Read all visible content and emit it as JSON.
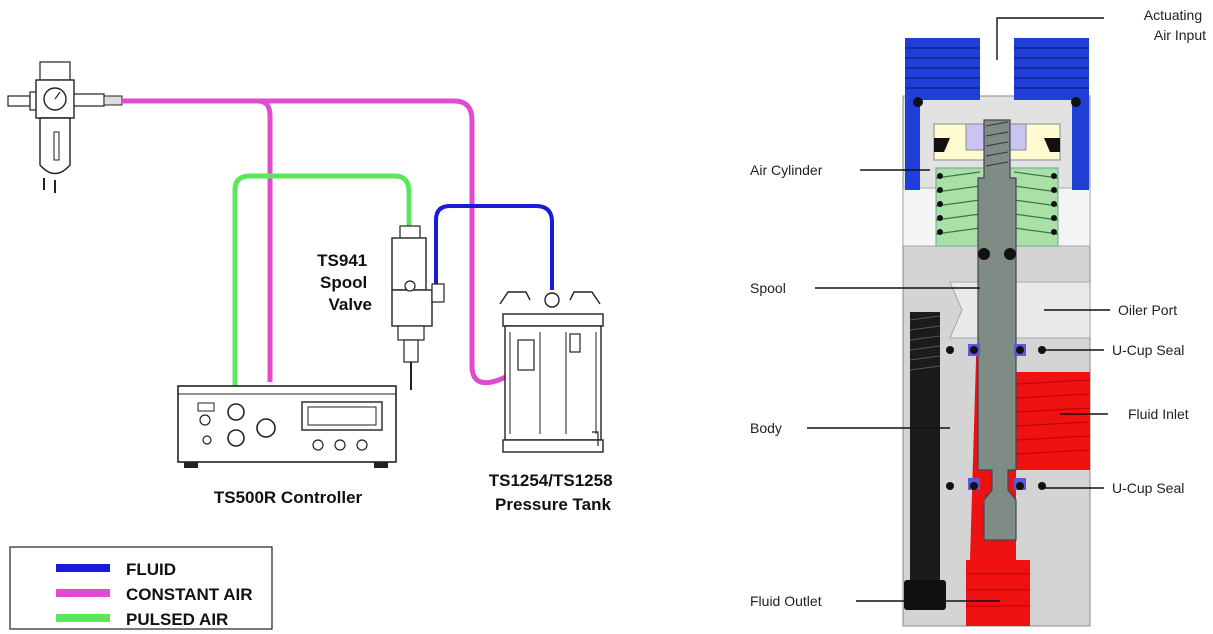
{
  "system": {
    "spool_valve": [
      "TS941",
      "Spool",
      "Valve"
    ],
    "controller": "TS500R Controller",
    "tank": [
      "TS1254/TS1258",
      "Pressure Tank"
    ]
  },
  "legend": {
    "items": [
      {
        "label": "FLUID",
        "color": "#1a1ad8"
      },
      {
        "label": "CONSTANT AIR",
        "color": "#e24ad0"
      },
      {
        "label": "PULSED AIR",
        "color": "#5ce65c"
      }
    ]
  },
  "cross_section": {
    "actuating_air_input": [
      "Actuating",
      "Air Input"
    ],
    "air_cylinder": "Air Cylinder",
    "spool": "Spool",
    "oiler_port": "Oiler Port",
    "u_cup_seal_top": "U-Cup Seal",
    "body": "Body",
    "fluid_inlet": "Fluid Inlet",
    "u_cup_seal_bottom": "U-Cup Seal",
    "fluid_outlet": "Fluid Outlet"
  },
  "colors": {
    "fluid": "#1a1ad8",
    "constant_air": "#e24ad0",
    "pulsed_air": "#5ce65c",
    "cap_blue": "#1f3fd6",
    "fluid_red": "#ee1111",
    "body_gray": "#d4d4d4",
    "spool_gray": "#7f8c86",
    "spring_green": "#a8e0a8"
  }
}
